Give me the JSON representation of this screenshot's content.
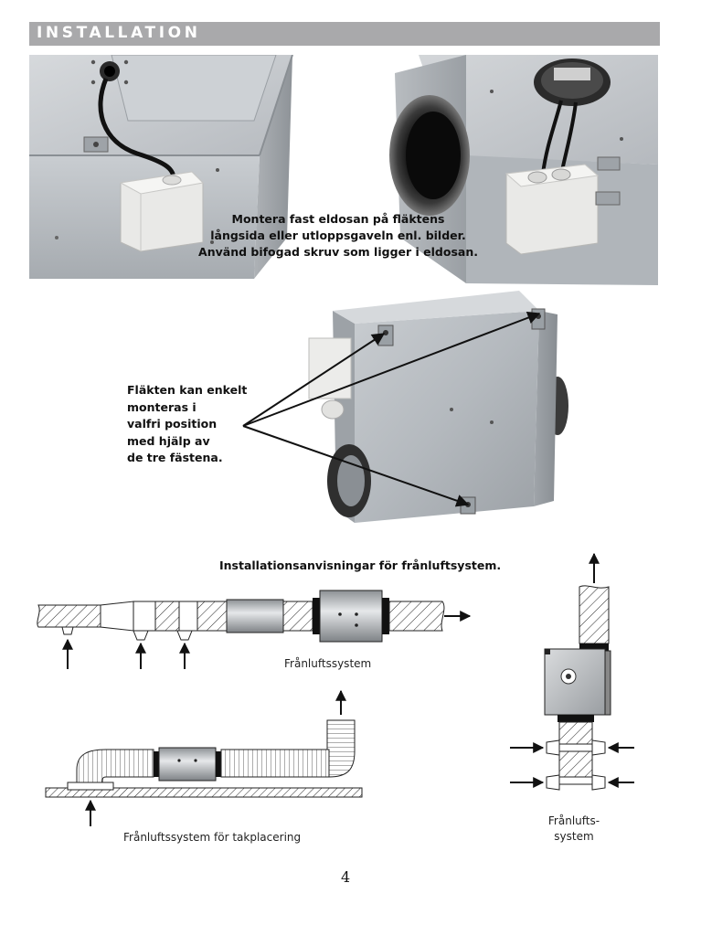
{
  "header": {
    "title": "INSTALLATION"
  },
  "captions": {
    "electrical_box_line1": "Montera fast eldosan på fläktens",
    "electrical_box_line2": "långsida eller utloppsgaveln enl. bilder.",
    "electrical_box_line3": "Använd bifogad skruv som ligger i eldosan.",
    "mounting_line1": "Fläkten kan enkelt",
    "mounting_line2": "monteras i",
    "mounting_line3": "valfri position",
    "mounting_line4": "med hjälp av",
    "mounting_line5": "de tre fästena.",
    "install_heading": "Installationsanvisningar för frånluftsystem."
  },
  "diagram_labels": {
    "exhaust_system": "Frånluftssystem",
    "ceiling_system": "Frånluftssystem för takplacering",
    "vertical_line1": "Frånlufts-",
    "vertical_line2": "system"
  },
  "page": {
    "number": "4"
  },
  "colors": {
    "header_bar": "#a9a9ab",
    "metal": "#c4c8cc",
    "junction_box": "#e9e9e7"
  }
}
